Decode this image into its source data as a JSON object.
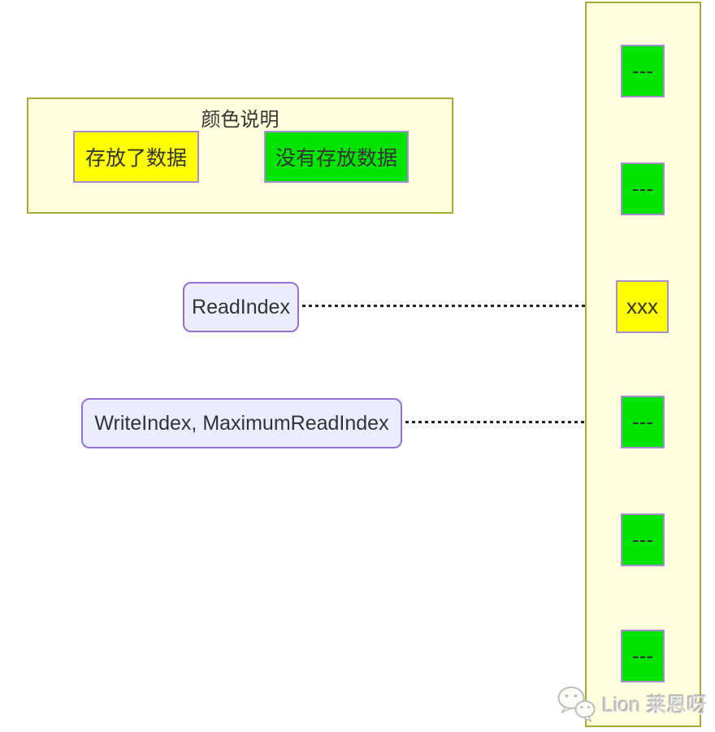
{
  "diagram": {
    "legend": {
      "title": "颜色说明",
      "items": [
        {
          "label": "存放了数据",
          "state": "filled",
          "color": "#ffff00"
        },
        {
          "label": "没有存放数据",
          "state": "empty",
          "color": "#00e400"
        }
      ]
    },
    "pointers": [
      {
        "label": "ReadIndex",
        "target_cell_index": 2
      },
      {
        "label": "WriteIndex, MaximumReadIndex",
        "target_cell_index": 3
      }
    ],
    "buffer_cells": [
      {
        "value": "---",
        "state": "empty"
      },
      {
        "value": "---",
        "state": "empty"
      },
      {
        "value": "xxx",
        "state": "filled"
      },
      {
        "value": "---",
        "state": "empty"
      },
      {
        "value": "---",
        "state": "empty"
      },
      {
        "value": "---",
        "state": "empty"
      }
    ],
    "colors": {
      "filled": "#ffff00",
      "empty": "#00e400",
      "container_bg": "#ffffde",
      "container_border": "#aaaa33",
      "node_bg": "#ececff",
      "node_border": "#9370db",
      "cell_border": "#a98bd3",
      "arrow": "#222222",
      "text": "#333333"
    },
    "watermark": {
      "text": "Lion 莱恩呀",
      "icon": "wechat-icon"
    }
  }
}
